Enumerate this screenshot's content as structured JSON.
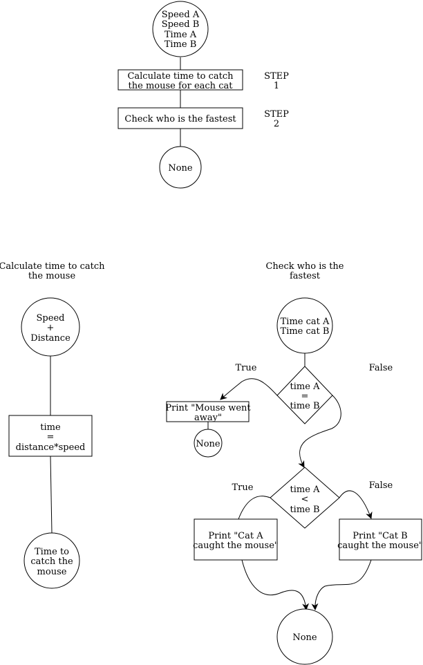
{
  "diagram": {
    "nodes": [
      {
        "id": "in_main",
        "shape": "circle",
        "lines": [
          "Speed A",
          "Speed B",
          "Time A",
          "Time B"
        ]
      },
      {
        "id": "calc_box",
        "shape": "rect",
        "lines": [
          "Calculate time to catch",
          "the mouse for each cat"
        ]
      },
      {
        "id": "check_box",
        "shape": "rect",
        "lines": [
          "Check who is the fastest"
        ]
      },
      {
        "id": "none_main",
        "shape": "circle",
        "lines": [
          "None"
        ]
      },
      {
        "id": "in_calc",
        "shape": "circle",
        "lines": [
          "Speed",
          "+",
          "Distance"
        ]
      },
      {
        "id": "formula_box",
        "shape": "rect",
        "lines": [
          "time",
          "=",
          "distance*speed"
        ]
      },
      {
        "id": "out_calc",
        "shape": "circle",
        "lines": [
          "Time to",
          "catch the",
          "mouse"
        ]
      },
      {
        "id": "in_check",
        "shape": "circle",
        "lines": [
          "Time cat A",
          "Time cat B"
        ]
      },
      {
        "id": "dec_eq",
        "shape": "diamond",
        "lines": [
          "time A",
          "=",
          "time B"
        ]
      },
      {
        "id": "print_away",
        "shape": "rect",
        "lines": [
          "Print \"Mouse went",
          "away\""
        ]
      },
      {
        "id": "none_away",
        "shape": "circle",
        "lines": [
          "None"
        ]
      },
      {
        "id": "dec_lt",
        "shape": "diamond",
        "lines": [
          "time A",
          "<",
          "time B"
        ]
      },
      {
        "id": "print_a",
        "shape": "rect",
        "lines": [
          "Print \"Cat A",
          "caught the mouse\""
        ]
      },
      {
        "id": "print_b",
        "shape": "rect",
        "lines": [
          "Print \"Cat B",
          "caught the mouse\""
        ]
      },
      {
        "id": "none_end",
        "shape": "circle",
        "lines": [
          "None"
        ]
      }
    ],
    "edges": [
      {
        "from": "in_main",
        "to": "calc_box",
        "label": ""
      },
      {
        "from": "calc_box",
        "to": "check_box",
        "label": ""
      },
      {
        "from": "check_box",
        "to": "none_main",
        "label": ""
      },
      {
        "from": "in_calc",
        "to": "formula_box",
        "label": ""
      },
      {
        "from": "formula_box",
        "to": "out_calc",
        "label": ""
      },
      {
        "from": "in_check",
        "to": "dec_eq",
        "label": ""
      },
      {
        "from": "dec_eq",
        "to": "print_away",
        "label": "True"
      },
      {
        "from": "print_away",
        "to": "none_away",
        "label": ""
      },
      {
        "from": "dec_eq",
        "to": "dec_lt",
        "label": "False"
      },
      {
        "from": "dec_lt",
        "to": "print_a",
        "label": "True"
      },
      {
        "from": "dec_lt",
        "to": "print_b",
        "label": "False"
      },
      {
        "from": "print_a",
        "to": "none_end",
        "label": ""
      },
      {
        "from": "print_b",
        "to": "none_end",
        "label": ""
      }
    ],
    "step_labels": [
      {
        "lines": [
          "STEP",
          "1"
        ]
      },
      {
        "lines": [
          "STEP",
          "2"
        ]
      }
    ],
    "section_titles": [
      {
        "lines": [
          "Calculate time to catch",
          "the mouse"
        ]
      },
      {
        "lines": [
          "Check who is the",
          "fastest"
        ]
      }
    ],
    "branch_labels": {
      "true": "True",
      "false": "False"
    },
    "colors": {
      "stroke": "#000000",
      "fill": "#ffffff",
      "text": "#000000"
    }
  }
}
